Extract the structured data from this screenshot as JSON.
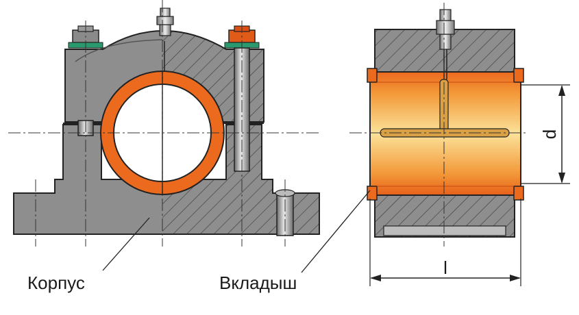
{
  "labels": {
    "housing": "Корпус",
    "liner": "Вкладыш",
    "diameter": "d",
    "length": "l"
  },
  "colors": {
    "body_gray": "#8e8e8e",
    "dark_gray": "#6e6e6e",
    "liner_orange": "#ec6a1e",
    "liner_light": "#f9d27a",
    "bore_white": "#ffffff",
    "gasket_green": "#2a9a6e",
    "outline": "#222222"
  }
}
